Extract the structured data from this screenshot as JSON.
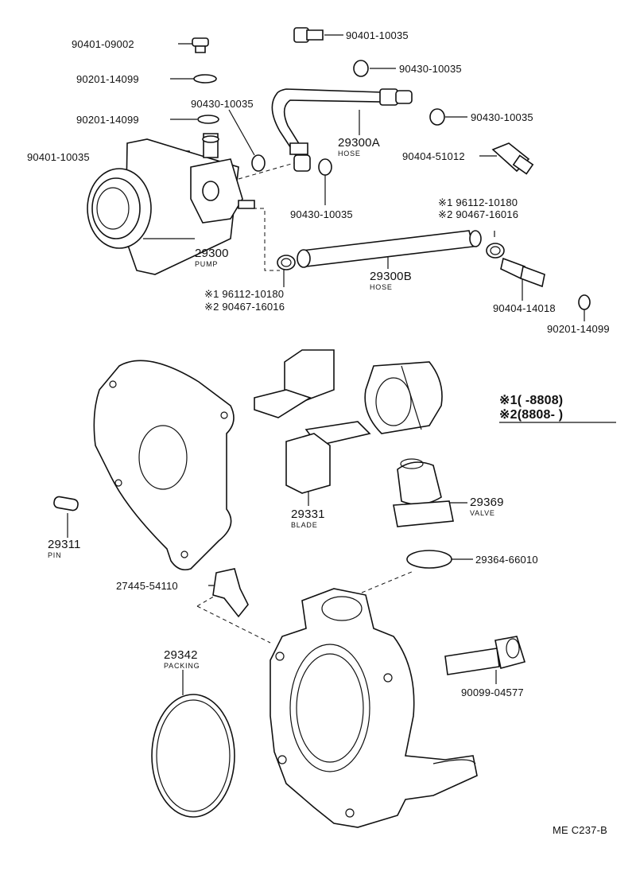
{
  "labels": {
    "p90401_09002": "90401-09002",
    "p90201_14099_a": "90201-14099",
    "p90201_14099_b": "90201-14099",
    "p90401_10035_left": "90401-10035",
    "p90401_10035_top": "90401-10035",
    "p90430_10035_a": "90430-10035",
    "p90430_10035_b": "90430-10035",
    "p90430_10035_c": "90430-10035",
    "p90430_10035_d": "90430-10035",
    "p29300A": "29300A",
    "hose_a": "HOSE",
    "p90404_51012": "90404-51012",
    "note1_right": "※1  96112-10180",
    "note2_right": "※2  90467-16016",
    "p29300": "29300",
    "pump": "PUMP",
    "note1_left": "※1  96112-10180",
    "note2_left": "※2  90467-16016",
    "p29300B": "29300B",
    "hose_b": "HOSE",
    "p90404_14018": "90404-14018",
    "p90201_14099_c": "90201-14099",
    "p29331": "29331",
    "blade": "BLADE",
    "p29369": "29369",
    "valve": "VALVE",
    "p29364_66010": "29364-66010",
    "p29311": "29311",
    "pin": "PIN",
    "p27445_54110": "27445-54110",
    "p29342": "29342",
    "packing": "PACKING",
    "p90099_04577": "90099-04577",
    "code": "ME C237-B"
  },
  "legend": {
    "row1": "※1(      -8808)",
    "row2": "※2(8808-        )"
  }
}
